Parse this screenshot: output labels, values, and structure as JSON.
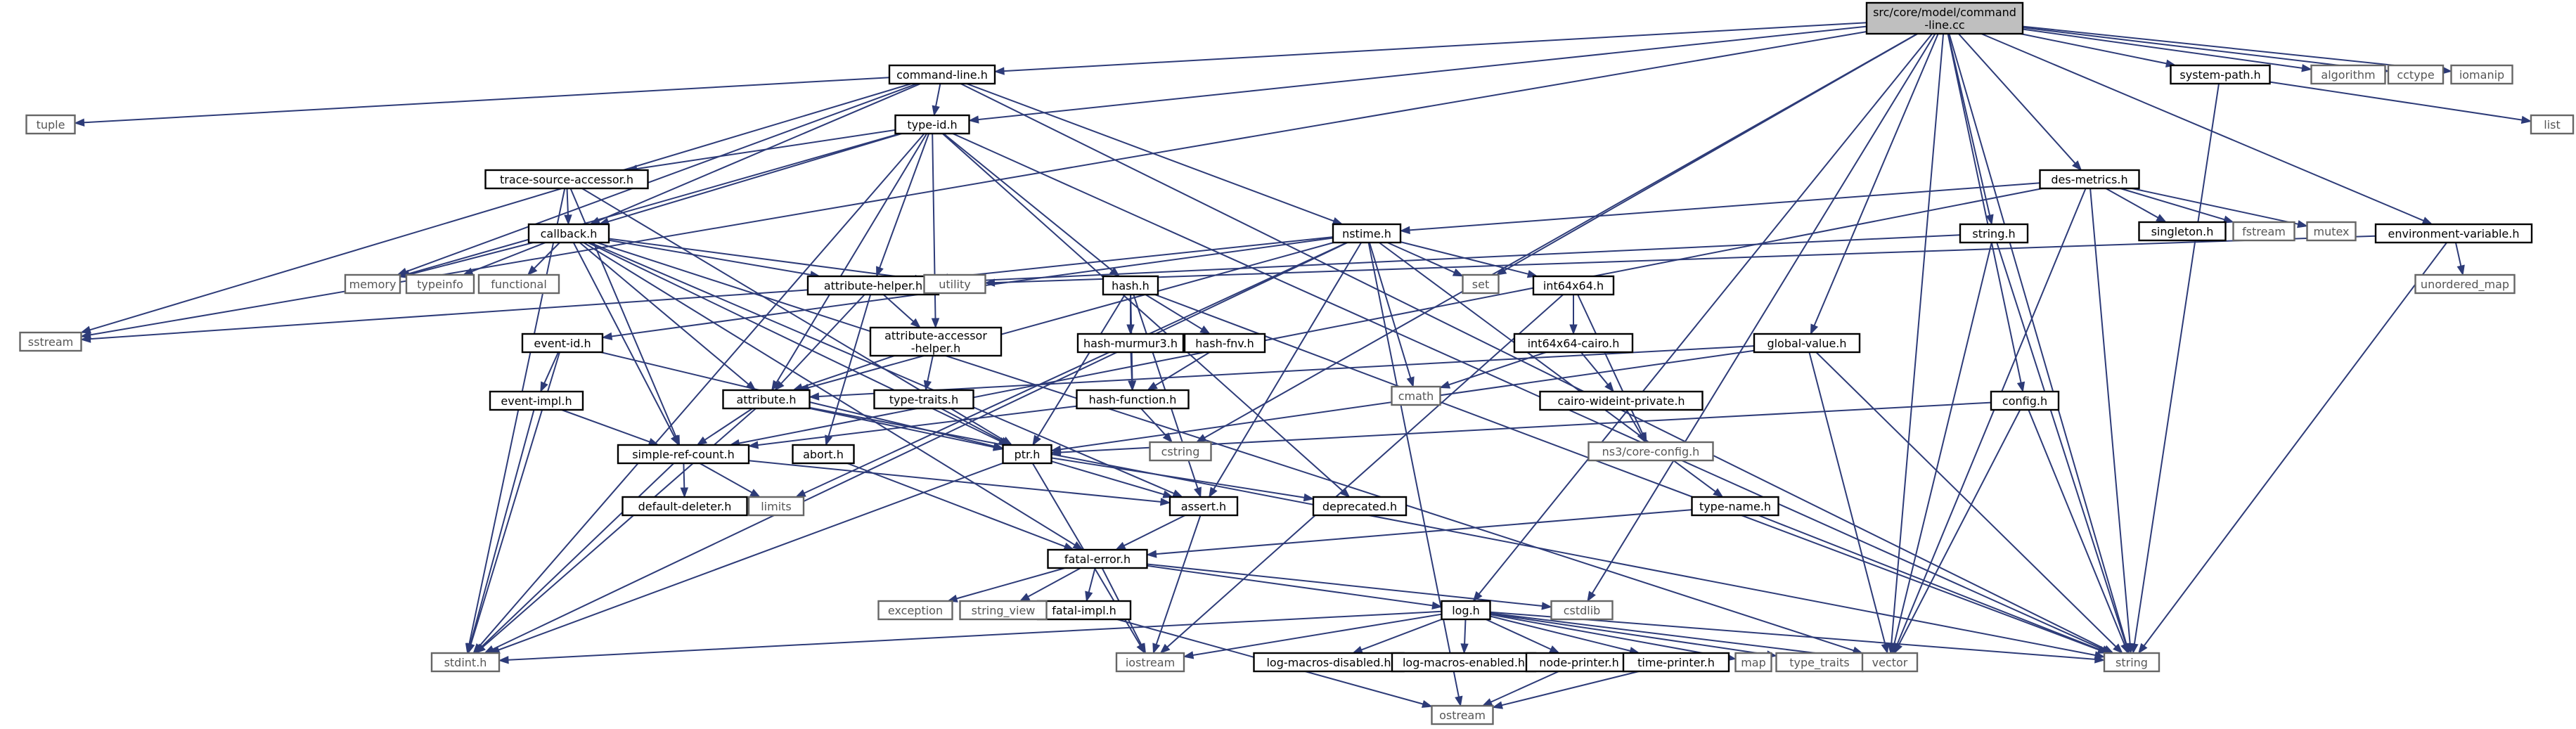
{
  "colors": {
    "edge": "#2d3b78",
    "root_fill": "#bfbfbf",
    "internal_border": "#000000",
    "system_border": "#666666",
    "system_text": "#555555"
  },
  "graph": {
    "root": {
      "id": "root",
      "lines": [
        "src/core/model/command",
        "-line.cc"
      ]
    },
    "nodes": [
      {
        "id": "command-line",
        "label": "command-line.h",
        "kind": "internal"
      },
      {
        "id": "system-path",
        "label": "system-path.h",
        "kind": "internal"
      },
      {
        "id": "type-id",
        "label": "type-id.h",
        "kind": "internal"
      },
      {
        "id": "trace-source-accessor",
        "label": "trace-source-accessor.h",
        "kind": "internal"
      },
      {
        "id": "des-metrics",
        "label": "des-metrics.h",
        "kind": "internal"
      },
      {
        "id": "callback",
        "label": "callback.h",
        "kind": "internal"
      },
      {
        "id": "nstime",
        "label": "nstime.h",
        "kind": "internal"
      },
      {
        "id": "string-h",
        "label": "string.h",
        "kind": "internal"
      },
      {
        "id": "environment-variable",
        "label": "environment-variable.h",
        "kind": "internal"
      },
      {
        "id": "singleton",
        "label": "singleton.h",
        "kind": "internal"
      },
      {
        "id": "attribute-helper",
        "label": "attribute-helper.h",
        "kind": "internal"
      },
      {
        "id": "hash",
        "label": "hash.h",
        "kind": "internal"
      },
      {
        "id": "int64x64",
        "label": "int64x64.h",
        "kind": "internal"
      },
      {
        "id": "attribute-accessor-helper",
        "lines": [
          "attribute-accessor",
          "-helper.h"
        ],
        "kind": "internal"
      },
      {
        "id": "hash-murmur3",
        "label": "hash-murmur3.h",
        "kind": "internal"
      },
      {
        "id": "hash-fnv",
        "label": "hash-fnv.h",
        "kind": "internal"
      },
      {
        "id": "int64x64-cairo",
        "label": "int64x64-cairo.h",
        "kind": "internal"
      },
      {
        "id": "event-id",
        "label": "event-id.h",
        "kind": "internal"
      },
      {
        "id": "global-value",
        "label": "global-value.h",
        "kind": "internal"
      },
      {
        "id": "cairo-wideint-private",
        "label": "cairo-wideint-private.h",
        "kind": "internal"
      },
      {
        "id": "attribute",
        "label": "attribute.h",
        "kind": "internal"
      },
      {
        "id": "type-traits",
        "label": "type-traits.h",
        "kind": "internal"
      },
      {
        "id": "hash-function",
        "label": "hash-function.h",
        "kind": "internal"
      },
      {
        "id": "event-impl",
        "label": "event-impl.h",
        "kind": "internal"
      },
      {
        "id": "config",
        "label": "config.h",
        "kind": "internal"
      },
      {
        "id": "simple-ref-count",
        "label": "simple-ref-count.h",
        "kind": "internal"
      },
      {
        "id": "abort",
        "label": "abort.h",
        "kind": "internal"
      },
      {
        "id": "ptr",
        "label": "ptr.h",
        "kind": "internal"
      },
      {
        "id": "default-deleter",
        "label": "default-deleter.h",
        "kind": "internal"
      },
      {
        "id": "assert",
        "label": "assert.h",
        "kind": "internal"
      },
      {
        "id": "deprecated",
        "label": "deprecated.h",
        "kind": "internal"
      },
      {
        "id": "type-name",
        "label": "type-name.h",
        "kind": "internal"
      },
      {
        "id": "fatal-error",
        "label": "fatal-error.h",
        "kind": "internal"
      },
      {
        "id": "fatal-impl",
        "label": "fatal-impl.h",
        "kind": "internal"
      },
      {
        "id": "log",
        "label": "log.h",
        "kind": "internal"
      },
      {
        "id": "log-macros-disabled",
        "label": "log-macros-disabled.h",
        "kind": "internal"
      },
      {
        "id": "log-macros-enabled",
        "label": "log-macros-enabled.h",
        "kind": "internal"
      },
      {
        "id": "node-printer",
        "label": "node-printer.h",
        "kind": "internal"
      },
      {
        "id": "time-printer",
        "label": "time-printer.h",
        "kind": "internal"
      },
      {
        "id": "algorithm",
        "label": "algorithm",
        "kind": "system"
      },
      {
        "id": "cctype",
        "label": "cctype",
        "kind": "system"
      },
      {
        "id": "iomanip",
        "label": "iomanip",
        "kind": "system"
      },
      {
        "id": "list",
        "label": "list",
        "kind": "system"
      },
      {
        "id": "tuple",
        "label": "tuple",
        "kind": "system"
      },
      {
        "id": "fstream",
        "label": "fstream",
        "kind": "system"
      },
      {
        "id": "mutex",
        "label": "mutex",
        "kind": "system"
      },
      {
        "id": "memory",
        "label": "memory",
        "kind": "system"
      },
      {
        "id": "typeinfo",
        "label": "typeinfo",
        "kind": "system"
      },
      {
        "id": "functional",
        "label": "functional",
        "kind": "system"
      },
      {
        "id": "utility",
        "label": "utility",
        "kind": "system"
      },
      {
        "id": "set",
        "label": "set",
        "kind": "system"
      },
      {
        "id": "unordered_map",
        "label": "unordered_map",
        "kind": "system"
      },
      {
        "id": "sstream",
        "label": "sstream",
        "kind": "system"
      },
      {
        "id": "cmath",
        "label": "cmath",
        "kind": "system"
      },
      {
        "id": "cstring",
        "label": "cstring",
        "kind": "system"
      },
      {
        "id": "ns3-core-config",
        "label": "ns3/core-config.h",
        "kind": "system"
      },
      {
        "id": "limits",
        "label": "limits",
        "kind": "system"
      },
      {
        "id": "exception",
        "label": "exception",
        "kind": "system"
      },
      {
        "id": "string_view",
        "label": "string_view",
        "kind": "system"
      },
      {
        "id": "cstdlib",
        "label": "cstdlib",
        "kind": "system"
      },
      {
        "id": "stdint",
        "label": "stdint.h",
        "kind": "system"
      },
      {
        "id": "iostream",
        "label": "iostream",
        "kind": "system"
      },
      {
        "id": "map",
        "label": "map",
        "kind": "system"
      },
      {
        "id": "type_traits",
        "label": "type_traits",
        "kind": "system"
      },
      {
        "id": "vector",
        "label": "vector",
        "kind": "system"
      },
      {
        "id": "string",
        "label": "string",
        "kind": "system"
      },
      {
        "id": "ostream",
        "label": "ostream",
        "kind": "system"
      }
    ],
    "edges": [
      [
        "root",
        "command-line"
      ],
      [
        "root",
        "system-path"
      ],
      [
        "root",
        "algorithm"
      ],
      [
        "root",
        "cctype"
      ],
      [
        "root",
        "iomanip"
      ],
      [
        "root",
        "type-id"
      ],
      [
        "root",
        "des-metrics"
      ],
      [
        "root",
        "environment-variable"
      ],
      [
        "root",
        "string-h"
      ],
      [
        "root",
        "config"
      ],
      [
        "root",
        "global-value"
      ],
      [
        "root",
        "log"
      ],
      [
        "root",
        "cstdlib"
      ],
      [
        "root",
        "set"
      ],
      [
        "root",
        "sstream"
      ],
      [
        "root",
        "string"
      ],
      [
        "root",
        "vector"
      ],
      [
        "root",
        "cstring"
      ],
      [
        "command-line",
        "type-id"
      ],
      [
        "command-line",
        "tuple"
      ],
      [
        "command-line",
        "sstream"
      ],
      [
        "command-line",
        "callback"
      ],
      [
        "command-line",
        "nstime"
      ],
      [
        "command-line",
        "memory"
      ],
      [
        "command-line",
        "string"
      ],
      [
        "system-path",
        "list"
      ],
      [
        "system-path",
        "string"
      ],
      [
        "type-id",
        "trace-source-accessor"
      ],
      [
        "type-id",
        "callback"
      ],
      [
        "type-id",
        "attribute-helper"
      ],
      [
        "type-id",
        "hash"
      ],
      [
        "type-id",
        "attribute-accessor-helper"
      ],
      [
        "type-id",
        "attribute"
      ],
      [
        "type-id",
        "deprecated"
      ],
      [
        "type-id",
        "string"
      ],
      [
        "type-id",
        "stdint"
      ],
      [
        "type-id",
        "memory"
      ],
      [
        "trace-source-accessor",
        "callback"
      ],
      [
        "trace-source-accessor",
        "ptr"
      ],
      [
        "trace-source-accessor",
        "simple-ref-count"
      ],
      [
        "trace-source-accessor",
        "stdint"
      ],
      [
        "des-metrics",
        "nstime"
      ],
      [
        "des-metrics",
        "singleton"
      ],
      [
        "des-metrics",
        "fstream"
      ],
      [
        "des-metrics",
        "mutex"
      ],
      [
        "des-metrics",
        "string"
      ],
      [
        "des-metrics",
        "vector"
      ],
      [
        "des-metrics",
        "simple-ref-count"
      ],
      [
        "callback",
        "attribute"
      ],
      [
        "callback",
        "attribute-helper"
      ],
      [
        "callback",
        "fatal-error"
      ],
      [
        "callback",
        "ptr"
      ],
      [
        "callback",
        "simple-ref-count"
      ],
      [
        "callback",
        "functional"
      ],
      [
        "callback",
        "memory"
      ],
      [
        "callback",
        "typeinfo"
      ],
      [
        "callback",
        "utility"
      ],
      [
        "callback",
        "vector"
      ],
      [
        "callback",
        "assert"
      ],
      [
        "nstime",
        "assert"
      ],
      [
        "nstime",
        "attribute"
      ],
      [
        "nstime",
        "attribute-helper"
      ],
      [
        "nstime",
        "event-id"
      ],
      [
        "nstime",
        "int64x64"
      ],
      [
        "nstime",
        "type-name"
      ],
      [
        "nstime",
        "cmath"
      ],
      [
        "nstime",
        "ostream"
      ],
      [
        "nstime",
        "set"
      ],
      [
        "nstime",
        "limits"
      ],
      [
        "nstime",
        "stdint"
      ],
      [
        "string-h",
        "attribute-helper"
      ],
      [
        "string-h",
        "string"
      ],
      [
        "string-h",
        "vector"
      ],
      [
        "environment-variable",
        "string"
      ],
      [
        "environment-variable",
        "unordered_map"
      ],
      [
        "environment-variable",
        "utility"
      ],
      [
        "attribute-helper",
        "abort"
      ],
      [
        "attribute-helper",
        "attribute"
      ],
      [
        "attribute-helper",
        "attribute-accessor-helper"
      ],
      [
        "attribute-helper",
        "sstream"
      ],
      [
        "hash",
        "hash-fnv"
      ],
      [
        "hash",
        "hash-function"
      ],
      [
        "hash",
        "hash-murmur3"
      ],
      [
        "hash",
        "assert"
      ],
      [
        "hash",
        "ptr"
      ],
      [
        "hash",
        "string"
      ],
      [
        "int64x64",
        "int64x64-cairo"
      ],
      [
        "int64x64",
        "ns3-core-config"
      ],
      [
        "int64x64",
        "iostream"
      ],
      [
        "attribute-accessor-helper",
        "type-traits"
      ],
      [
        "attribute-accessor-helper",
        "attribute"
      ],
      [
        "hash-murmur3",
        "hash-function"
      ],
      [
        "hash-fnv",
        "hash-function"
      ],
      [
        "int64x64-cairo",
        "cairo-wideint-private"
      ],
      [
        "int64x64-cairo",
        "cmath"
      ],
      [
        "event-id",
        "event-impl"
      ],
      [
        "event-id",
        "ptr"
      ],
      [
        "event-id",
        "stdint"
      ],
      [
        "global-value",
        "attribute"
      ],
      [
        "global-value",
        "ptr"
      ],
      [
        "global-value",
        "string"
      ],
      [
        "global-value",
        "vector"
      ],
      [
        "cairo-wideint-private",
        "ns3-core-config"
      ],
      [
        "attribute",
        "ptr"
      ],
      [
        "attribute",
        "simple-ref-count"
      ],
      [
        "attribute",
        "string"
      ],
      [
        "attribute",
        "stdint"
      ],
      [
        "type-traits",
        "ptr"
      ],
      [
        "hash-function",
        "cstring"
      ],
      [
        "hash-function",
        "simple-ref-count"
      ],
      [
        "event-impl",
        "simple-ref-count"
      ],
      [
        "event-impl",
        "stdint"
      ],
      [
        "config",
        "ptr"
      ],
      [
        "config",
        "string"
      ],
      [
        "config",
        "vector"
      ],
      [
        "simple-ref-count",
        "assert"
      ],
      [
        "simple-ref-count",
        "default-deleter"
      ],
      [
        "simple-ref-count",
        "limits"
      ],
      [
        "simple-ref-count",
        "stdint"
      ],
      [
        "abort",
        "fatal-error"
      ],
      [
        "ptr",
        "assert"
      ],
      [
        "ptr",
        "deprecated"
      ],
      [
        "ptr",
        "iostream"
      ],
      [
        "ptr",
        "stdint"
      ],
      [
        "assert",
        "fatal-error"
      ],
      [
        "assert",
        "iostream"
      ],
      [
        "type-name",
        "fatal-error"
      ],
      [
        "type-name",
        "string"
      ],
      [
        "fatal-error",
        "fatal-impl"
      ],
      [
        "fatal-error",
        "log"
      ],
      [
        "fatal-error",
        "exception"
      ],
      [
        "fatal-error",
        "string_view"
      ],
      [
        "fatal-error",
        "iostream"
      ],
      [
        "fatal-error",
        "cstdlib"
      ],
      [
        "fatal-impl",
        "ostream"
      ],
      [
        "log",
        "log-macros-disabled"
      ],
      [
        "log",
        "log-macros-enabled"
      ],
      [
        "log",
        "node-printer"
      ],
      [
        "log",
        "time-printer"
      ],
      [
        "log",
        "iostream"
      ],
      [
        "log",
        "map"
      ],
      [
        "log",
        "type_traits"
      ],
      [
        "log",
        "vector"
      ],
      [
        "log",
        "string"
      ],
      [
        "log",
        "stdint"
      ],
      [
        "node-printer",
        "ostream"
      ],
      [
        "time-printer",
        "ostream"
      ]
    ]
  }
}
